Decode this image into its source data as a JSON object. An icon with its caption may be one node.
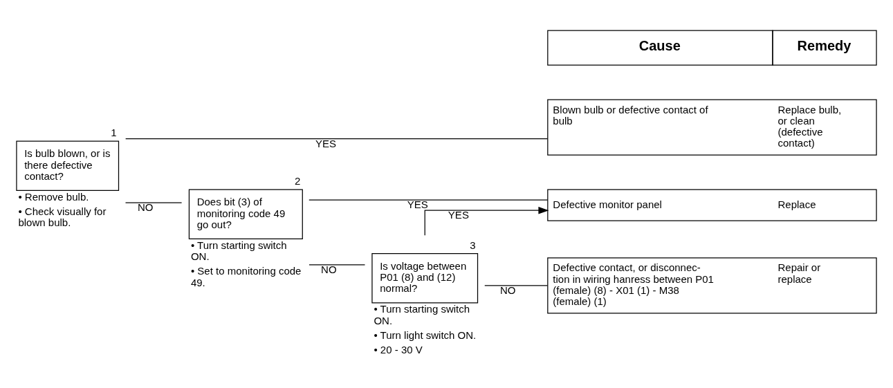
{
  "diagram": {
    "nodes": [
      {
        "text": [
          "Is bulb blown, or is there defective contact?"
        ],
        "beside": [
          "1",
          "• Remove bulb.",
          "• Check visually for blown bulb."
        ]
      },
      {
        "text": [
          "Does bit (3) of monitoring code 49 go out?"
        ],
        "beside": [
          "2",
          "• Turn starting switch ON.",
          "• Set to monitoring code 49."
        ]
      },
      {
        "text": [
          "Is voltage between P01 (8) and (12) normal?"
        ],
        "beside": [
          "3",
          "• Turn starting switch ON.",
          "• Turn light switch ON.",
          "• 20 - 30 V"
        ]
      },
      {
        "text": [
          "Blown bulb or defective contact of bulb",
          "Replace bulb, or clean (defective contact)"
        ]
      },
      {
        "text": [
          "Defective monitor panel",
          "Replace"
        ]
      },
      {
        "text": [
          "Defective contact, or disconnec- tion in wiring hanress between P01 (female) (8) - X01 (1) - M38 (female) (1)",
          "Repair or replace"
        ]
      }
    ],
    "edges": [
      {
        "from": 0,
        "to": 3,
        "arrow": "none",
        "label": "YES"
      },
      {
        "from": 0,
        "to": 1,
        "arrow": "none",
        "label": "NO"
      },
      {
        "from": 1,
        "to": 4,
        "arrow": "none",
        "label": "YES"
      },
      {
        "from": 1,
        "to": 2,
        "arrow": "none",
        "label": "NO"
      },
      {
        "from": 2,
        "to": 4,
        "arrow": "to",
        "label": "YES"
      },
      {
        "from": 2,
        "to": 5,
        "arrow": "none",
        "label": "NO"
      }
    ],
    "labels": [
      "Cause",
      "Remedy"
    ]
  }
}
